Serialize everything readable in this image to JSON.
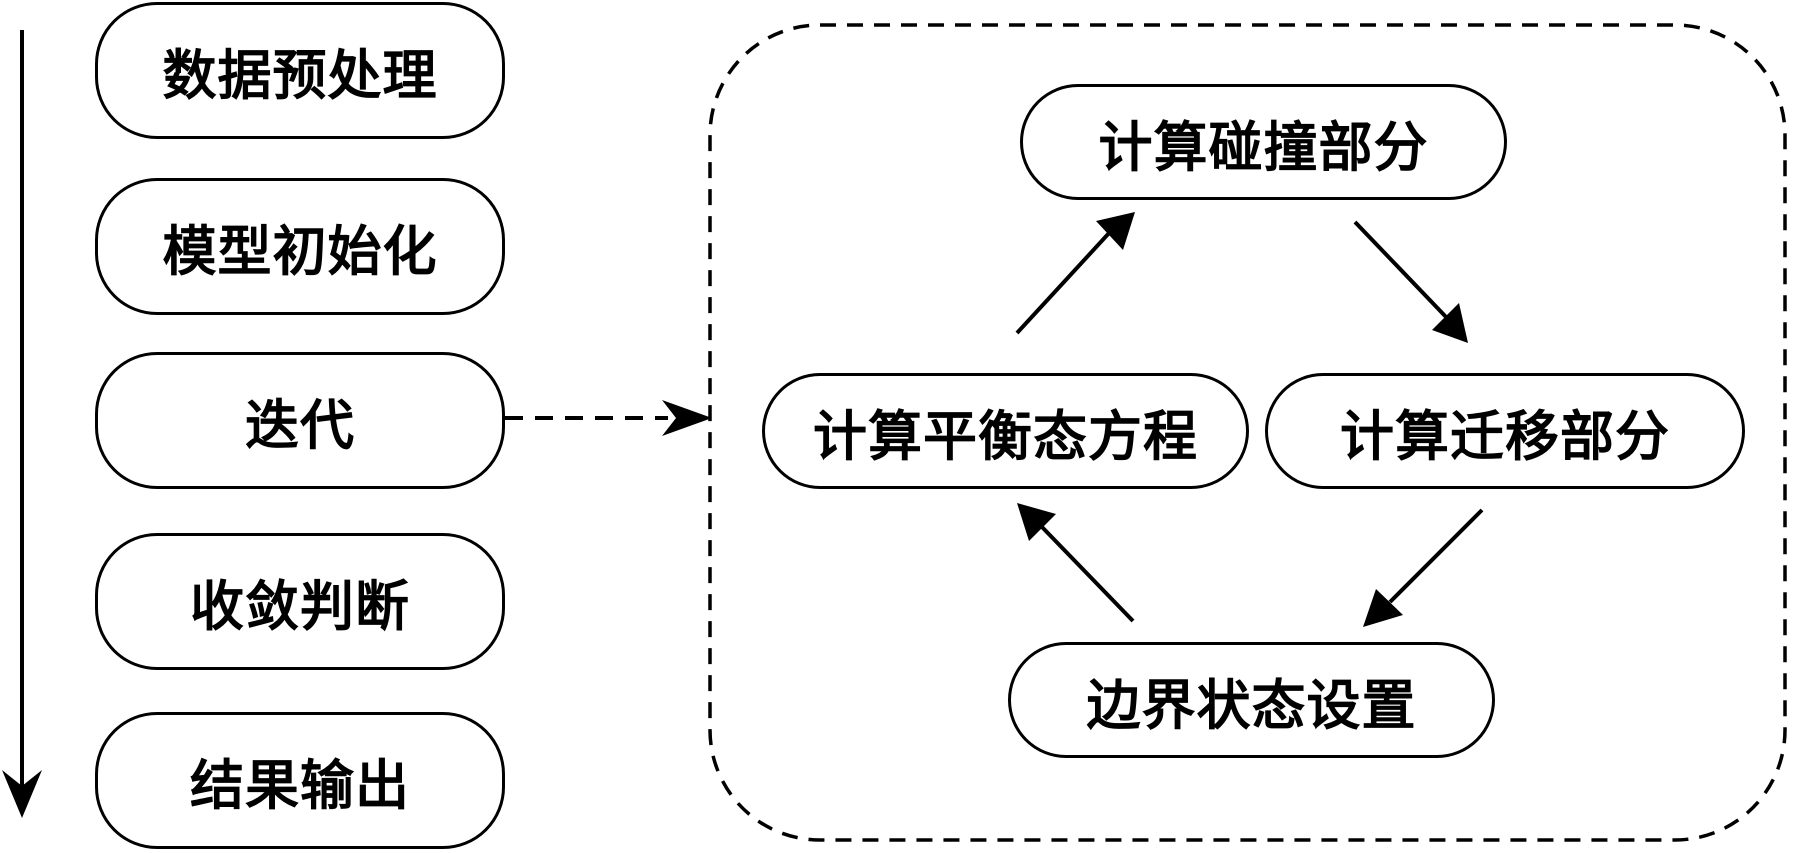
{
  "diagram": {
    "main_steps": [
      {
        "id": "preprocess",
        "label": "数据预处理"
      },
      {
        "id": "init",
        "label": "模型初始化"
      },
      {
        "id": "iterate",
        "label": "迭代"
      },
      {
        "id": "converge",
        "label": "收敛判断"
      },
      {
        "id": "output",
        "label": "结果输出"
      }
    ],
    "iteration_cycle": [
      {
        "id": "collision",
        "label": "计算碰撞部分"
      },
      {
        "id": "streaming",
        "label": "计算迁移部分"
      },
      {
        "id": "boundary",
        "label": "边界状态设置"
      },
      {
        "id": "equilibrium",
        "label": "计算平衡态方程"
      }
    ],
    "edges": [
      {
        "from": "iterate",
        "to": "iteration_cycle",
        "style": "dashed"
      },
      {
        "from": "equilibrium",
        "to": "collision",
        "style": "solid"
      },
      {
        "from": "collision",
        "to": "streaming",
        "style": "solid"
      },
      {
        "from": "streaming",
        "to": "boundary",
        "style": "solid"
      },
      {
        "from": "boundary",
        "to": "equilibrium",
        "style": "solid"
      }
    ]
  }
}
